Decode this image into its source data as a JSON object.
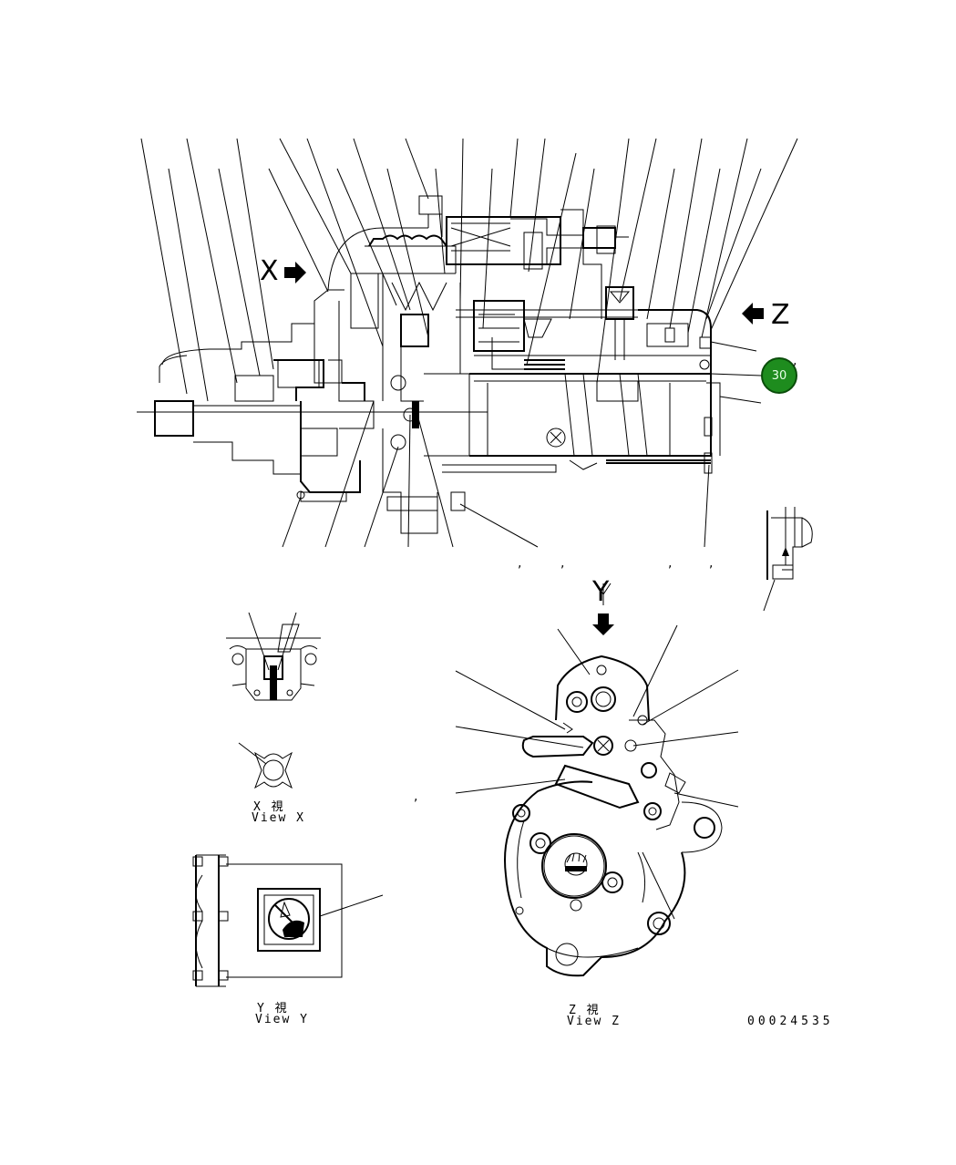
{
  "labels": {
    "arrow_x": "X",
    "arrow_z": "Z",
    "arrow_y": "Y",
    "view_x_jp": "X 視",
    "view_x_en": "View X",
    "view_y_jp": "Y 視",
    "view_y_en": "View Y",
    "view_z_jp": "Z 視",
    "view_z_en": "View Z",
    "drawing_number": "00024535"
  },
  "callout": {
    "number": "30",
    "color": "#1e8c1e"
  }
}
